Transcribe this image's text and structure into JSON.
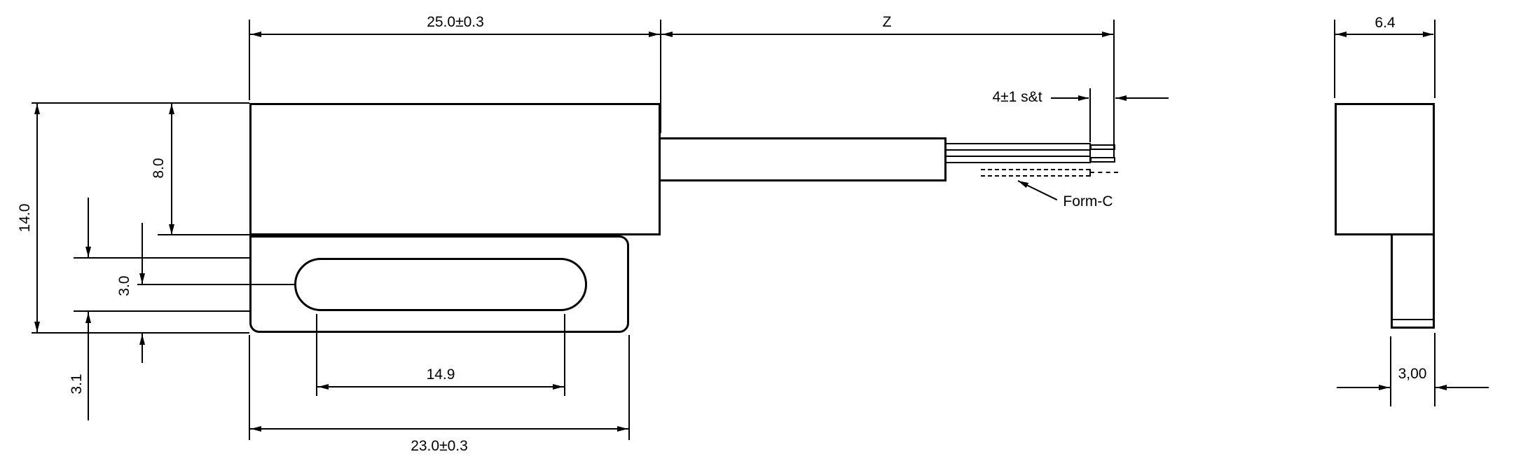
{
  "front_view": {
    "dims": {
      "body_width": "25.0±0.3",
      "cable_length": "Z",
      "strip_tin": "4±1 s&t",
      "total_height": "14.0",
      "body_height": "8.0",
      "slot_offset": "3.0",
      "slot_height": "3.1",
      "slot_length": "14.9",
      "base_width": "23.0±0.3"
    },
    "labels": {
      "wiring": "Form-C"
    }
  },
  "side_view": {
    "dims": {
      "width": "6.4",
      "stem_width": "3,00"
    }
  },
  "colors": {
    "line": "#000000",
    "background": "#ffffff"
  }
}
